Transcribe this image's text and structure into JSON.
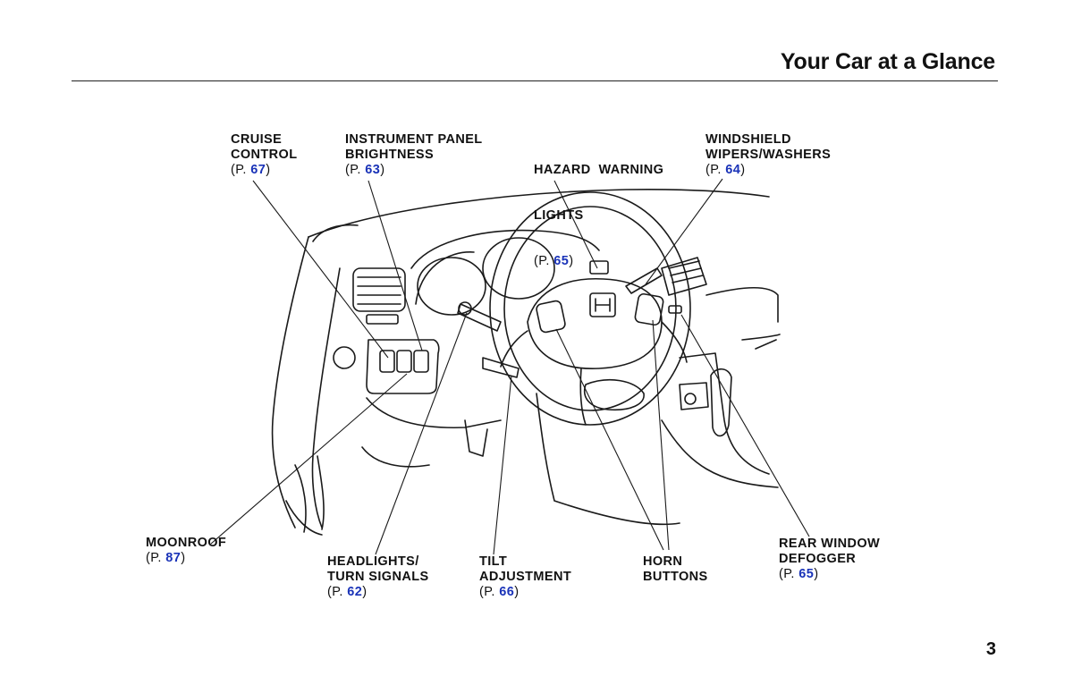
{
  "header": {
    "title": "Your Car at a Glance"
  },
  "callouts": [
    {
      "id": "cruise-control",
      "lines": [
        "CRUISE",
        "CONTROL"
      ],
      "ref_prefix": "(P. ",
      "page": "67",
      "ref_suffix": ")"
    },
    {
      "id": "instrument-panel-brightness",
      "lines": [
        "INSTRUMENT PANEL",
        "BRIGHTNESS"
      ],
      "ref_prefix": "(P. ",
      "page": "63",
      "ref_suffix": ")"
    },
    {
      "id": "hazard-warning-lights",
      "lines": [
        "HAZARD  WARNING",
        "LIGHTS"
      ],
      "ref_prefix": "(P. ",
      "page": "65",
      "ref_suffix": ")"
    },
    {
      "id": "windshield-wipers-washers",
      "lines": [
        "WINDSHIELD",
        "WIPERS/WASHERS"
      ],
      "ref_prefix": "(P. ",
      "page": "64",
      "ref_suffix": ")"
    },
    {
      "id": "moonroof",
      "lines": [
        "MOONROOF"
      ],
      "ref_prefix": "(P. ",
      "page": "87",
      "ref_suffix": ")"
    },
    {
      "id": "headlights-turn-signals",
      "lines": [
        "HEADLIGHTS/",
        "TURN SIGNALS"
      ],
      "ref_prefix": "(P. ",
      "page": "62",
      "ref_suffix": ")"
    },
    {
      "id": "tilt-adjustment",
      "lines": [
        "TILT",
        "ADJUSTMENT"
      ],
      "ref_prefix": "(P. ",
      "page": "66",
      "ref_suffix": ")"
    },
    {
      "id": "horn-buttons",
      "lines": [
        "HORN",
        "BUTTONS"
      ]
    },
    {
      "id": "rear-window-defogger",
      "lines": [
        "REAR WINDOW",
        "DEFOGGER"
      ],
      "ref_prefix": "(P. ",
      "page": "65",
      "ref_suffix": ")"
    }
  ],
  "footer": {
    "page_number": "3"
  },
  "colors": {
    "page_link": "#1a33b8",
    "ink": "#111111"
  }
}
